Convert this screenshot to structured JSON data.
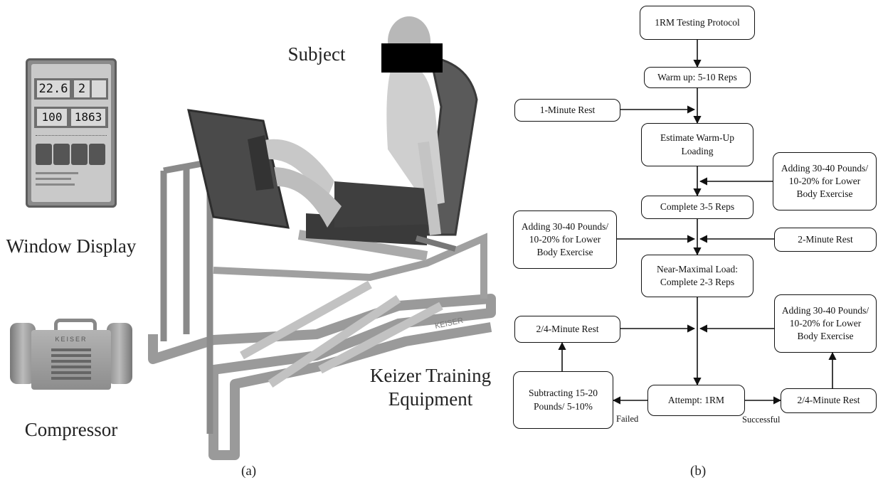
{
  "panel_a": {
    "label_subject": "Subject",
    "label_window_display": "Window Display",
    "label_compressor": "Compressor",
    "label_equipment_line1": "Keizer Training",
    "label_equipment_line2": "Equipment",
    "caption": "(a)",
    "display_readout_1": "22.6",
    "display_readout_2": "2",
    "display_readout_3": "100",
    "display_readout_4": "1863",
    "compressor_brand": "KEISER",
    "machine_brand": "KEISER"
  },
  "panel_b": {
    "caption": "(b)",
    "boxes": {
      "start": "1RM Testing Protocol",
      "warmup": "Warm up: 5-10 Reps",
      "rest1": "1-Minute Rest",
      "estimate": "Estimate Warm-Up Loading",
      "add_right_1": "Adding 30-40 Pounds/ 10-20% for Lower Body Exercise",
      "complete35": "Complete 3-5 Reps",
      "add_left": "Adding 30-40 Pounds/ 10-20% for Lower Body Exercise",
      "rest2": "2-Minute Rest",
      "nearmax": "Near-Maximal Load: Complete 2-3 Reps",
      "rest24_left": "2/4-Minute Rest",
      "add_right_2": "Adding 30-40 Pounds/ 10-20% for Lower Body Exercise",
      "attempt": "Attempt: 1RM",
      "subtract": "Subtracting 15-20 Pounds/ 5-10%",
      "rest24_right": "2/4-Minute Rest"
    },
    "edge_failed": "Failed",
    "edge_successful": "Successful"
  }
}
